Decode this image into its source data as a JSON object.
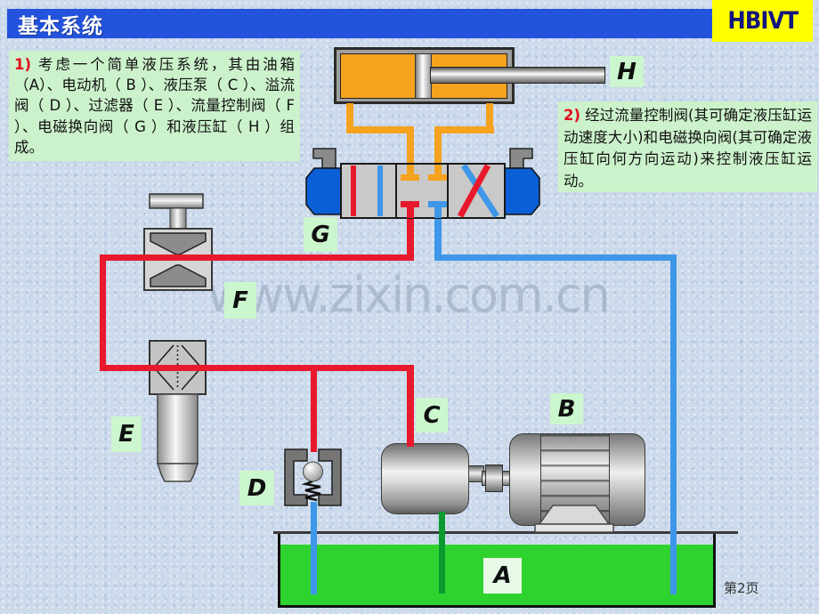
{
  "header": {
    "title": "基本系统",
    "logo": "HBIVT"
  },
  "footer": {
    "page_number": "第2页"
  },
  "watermark": "www.zixin.com.cn",
  "notes": {
    "note1_number": "1)",
    "note1_text": "考虑一个简单液压系统，其由油箱（A）、电动机（ B ）、液压泵（ C ）、溢流阀（ D ）、过滤器（ E ）、流量控制阀（ F ）、电磁换向阀（ G ）和液压缸（ H ）组成。",
    "note2_number": "2)",
    "note2_text": "经过流量控制阀(其可确定液压缸运动速度大小)和电磁换向阀(其可确定液压缸向何方向运动)来控制液压缸运动。"
  },
  "diagram": {
    "labels": {
      "tank": "A",
      "motor": "B",
      "pump": "C",
      "relief_valve": "D",
      "filter": "E",
      "flow_control_valve": "F",
      "directional_valve": "G",
      "cylinder": "H"
    },
    "colors": {
      "pressure_line": "#e8192c",
      "return_line": "#3e97e8",
      "cylinder_line": "#f5a21f",
      "suction_line": "#0a9a30",
      "tank_fill": "#2fd32f",
      "solenoid": "#0b5fd6",
      "title_bar": "#2352dc",
      "logo_bg": "#ffff00",
      "logo_text": "#141480",
      "note_bg": "#ccf2cc",
      "label_bg": "#ccf6ce"
    }
  }
}
